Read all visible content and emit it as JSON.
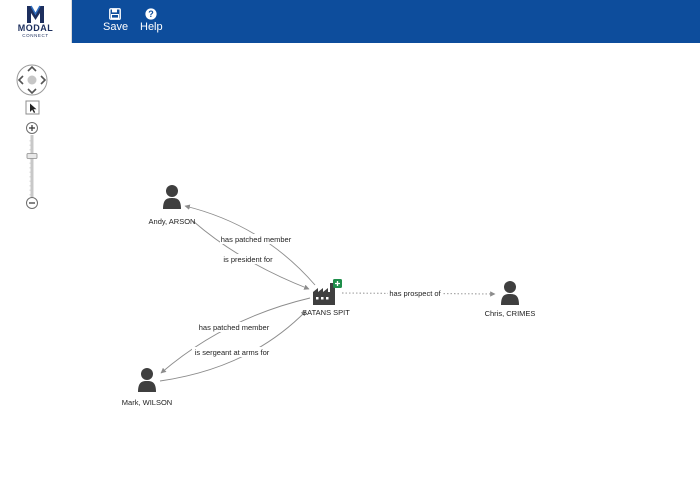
{
  "app": {
    "logo_word": "MODAL",
    "logo_sub": "CONNECT"
  },
  "toolbar": {
    "save_label": "Save",
    "save_icon": "floppy-disk-icon",
    "help_label": "Help",
    "help_icon": "question-circle-icon"
  },
  "nav_controls": {
    "pan_icon": "pan-arrows-icon",
    "select_icon": "pointer-arrow-icon",
    "zoom_in_icon": "plus-icon",
    "zoom_out_icon": "minus-icon",
    "zoom_level": 0.5
  },
  "graph": {
    "nodes": [
      {
        "id": "andy",
        "label": "Andy, ARSON",
        "type": "person"
      },
      {
        "id": "satans",
        "label": "SATANS SPIT",
        "type": "organisation"
      },
      {
        "id": "chris",
        "label": "Chris, CRIMES",
        "type": "person"
      },
      {
        "id": "mark",
        "label": "Mark, WILSON",
        "type": "person"
      }
    ],
    "edges": [
      {
        "label": "has patched member",
        "from": "satans",
        "to": "andy",
        "style": "solid"
      },
      {
        "label": "is president for",
        "from": "andy",
        "to": "satans",
        "style": "solid"
      },
      {
        "label": "has prospect of",
        "from": "satans",
        "to": "chris",
        "style": "dotted"
      },
      {
        "label": "has patched member",
        "from": "satans",
        "to": "mark",
        "style": "solid"
      },
      {
        "label": "is sergeant at arms for",
        "from": "mark",
        "to": "satans",
        "style": "solid"
      }
    ]
  },
  "colors": {
    "topbar": "#0d4d9c",
    "node_icon": "#3f3f3f",
    "edge": "#8c8c8c",
    "org_badge": "#1e8e4a"
  }
}
